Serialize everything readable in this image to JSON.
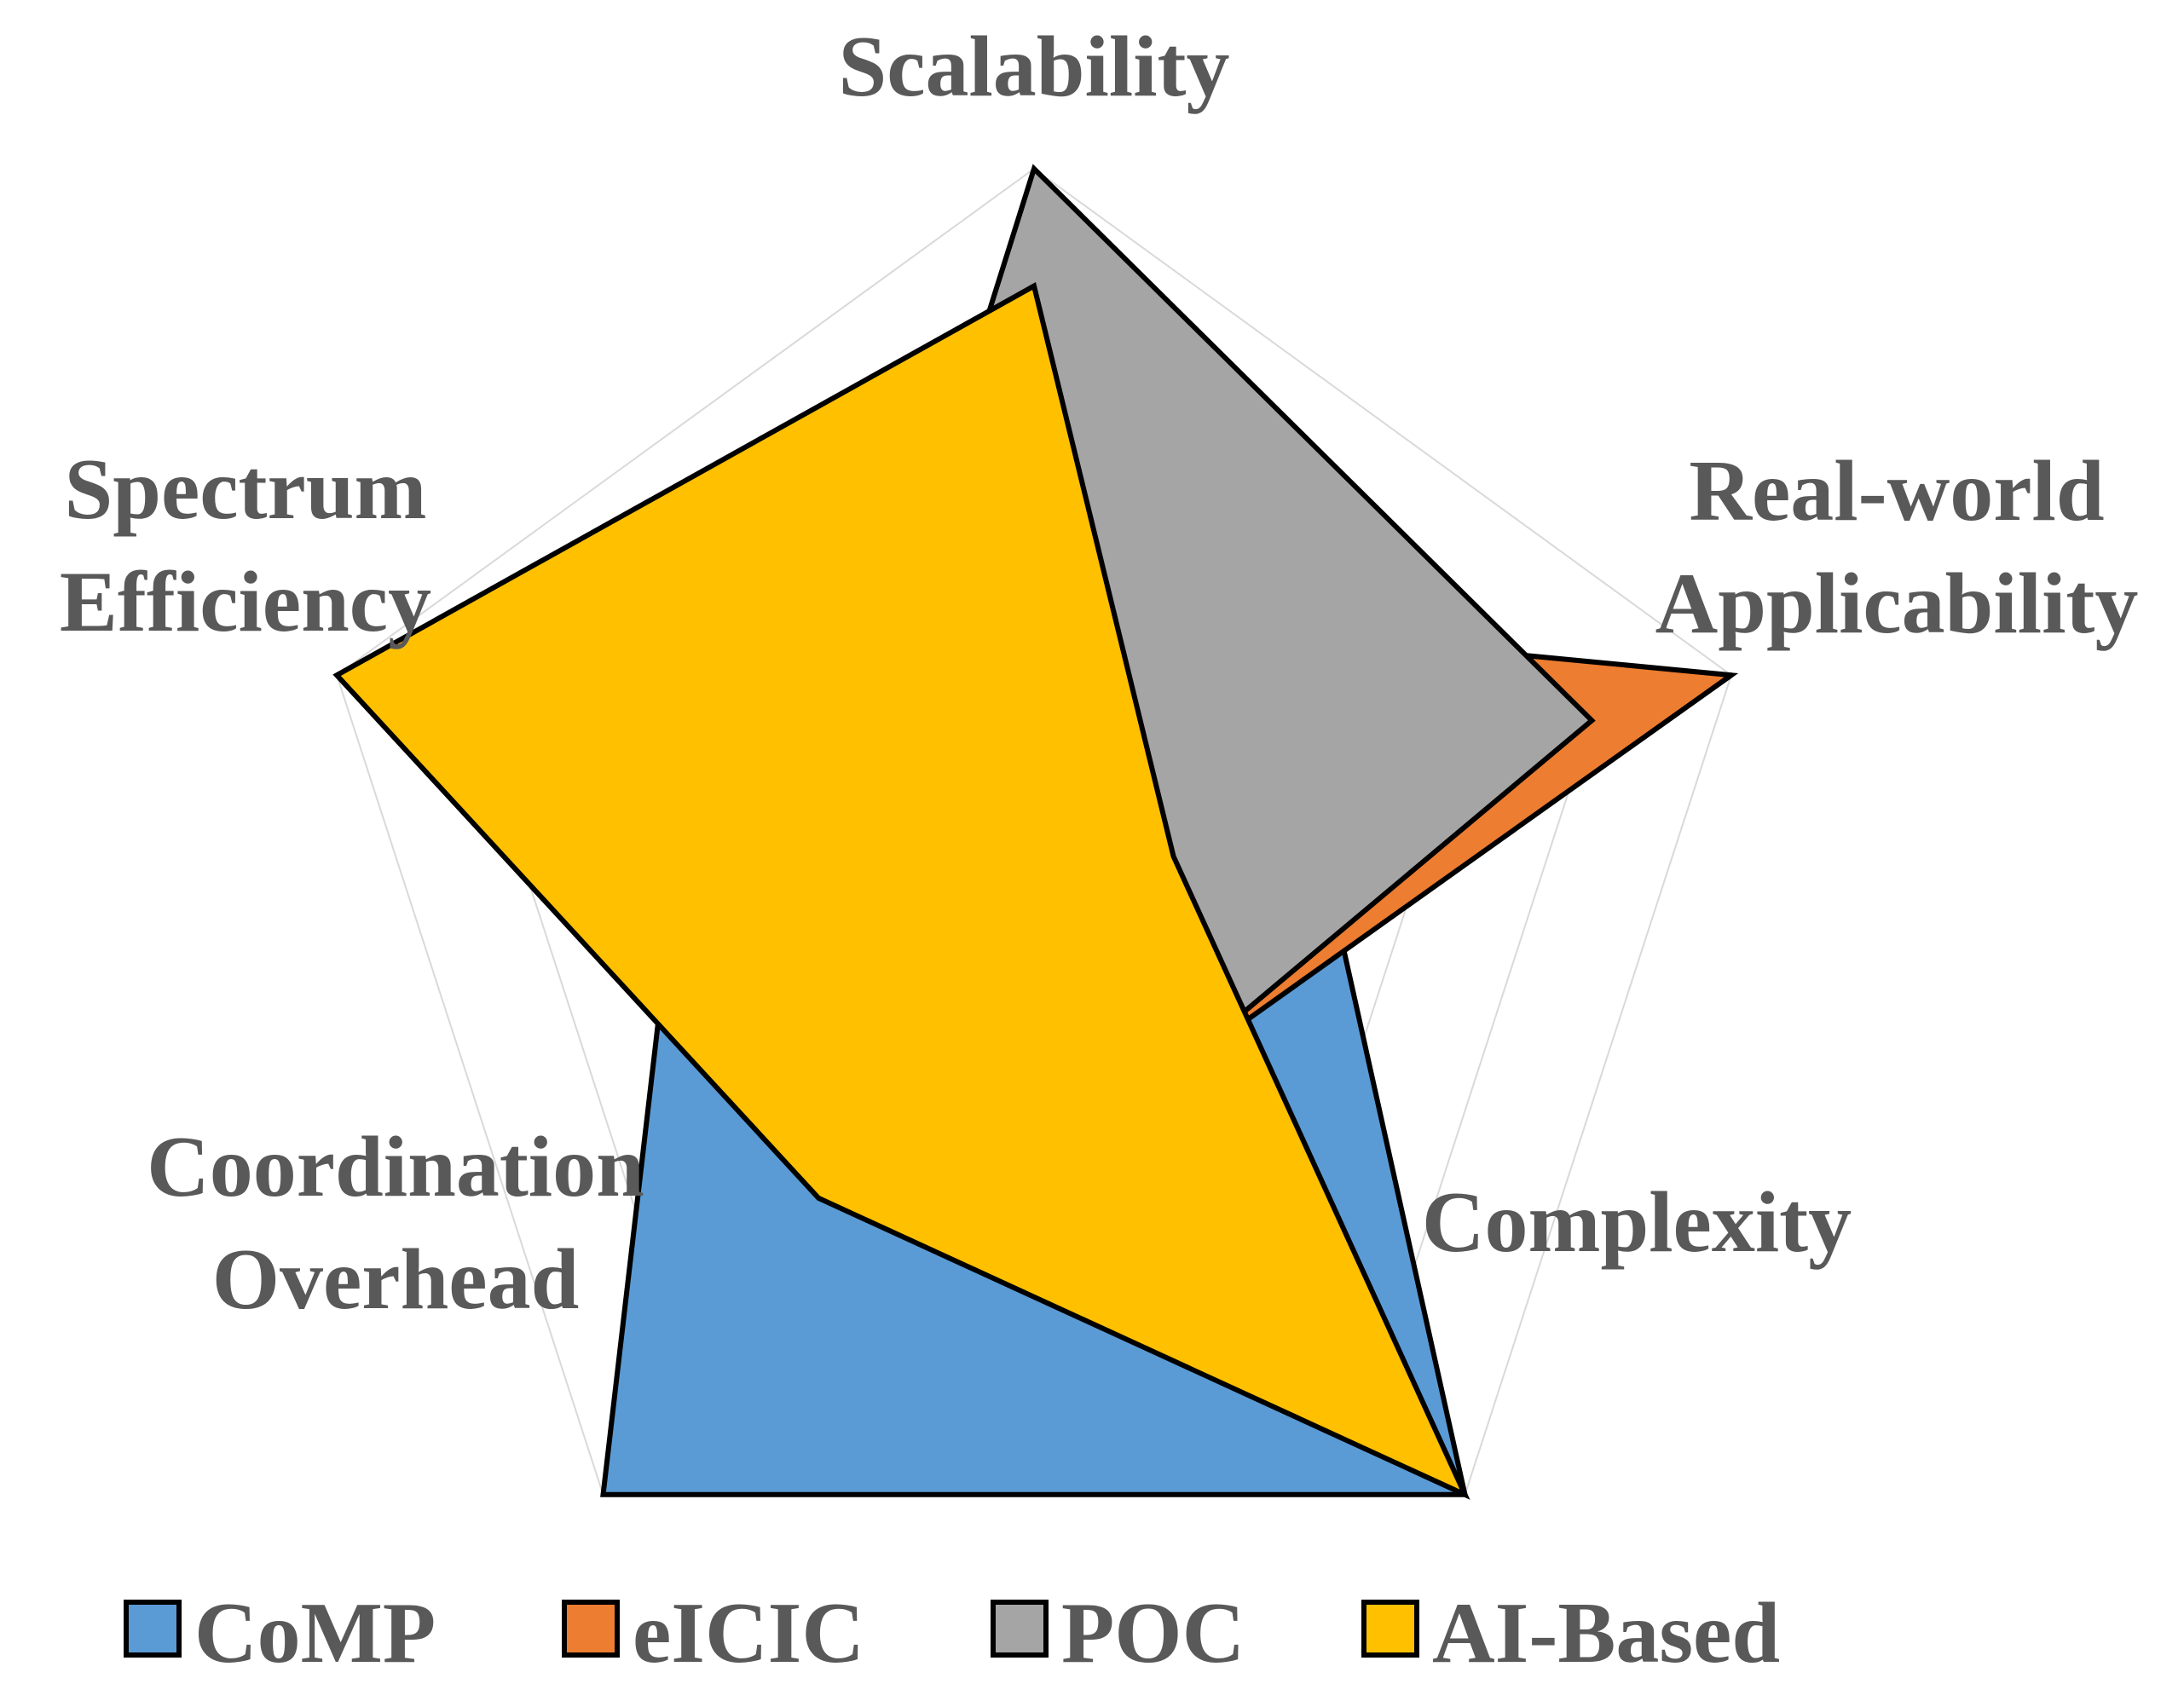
{
  "chart_data": {
    "type": "radar",
    "title": "",
    "axes": [
      {
        "lines": [
          "Scalability"
        ]
      },
      {
        "lines": [
          "Real-world",
          "Applicability"
        ]
      },
      {
        "lines": [
          "Complexity"
        ]
      },
      {
        "lines": [
          "Coordination",
          "Overhead"
        ]
      },
      {
        "lines": [
          "Spectrum",
          "Efficiency"
        ]
      }
    ],
    "rlim": [
      0,
      5
    ],
    "grid": true,
    "grid_levels": 5,
    "legend_position": "bottom",
    "series": [
      {
        "name": "CoMP",
        "color": "#5b9bd5",
        "values": [
          3.5,
          2.0,
          5.0,
          5.0,
          2.5
        ]
      },
      {
        "name": "eICIC",
        "color": "#ed7d31",
        "values": [
          2.0,
          5.0,
          1.5,
          1.5,
          1.5
        ]
      },
      {
        "name": "POC",
        "color": "#a5a5a5",
        "values": [
          5.0,
          4.0,
          1.5,
          1.5,
          1.5
        ]
      },
      {
        "name": "AI-Based",
        "color": "#ffc000",
        "values": [
          4.2,
          1.0,
          5.0,
          2.5,
          5.0
        ]
      }
    ]
  }
}
